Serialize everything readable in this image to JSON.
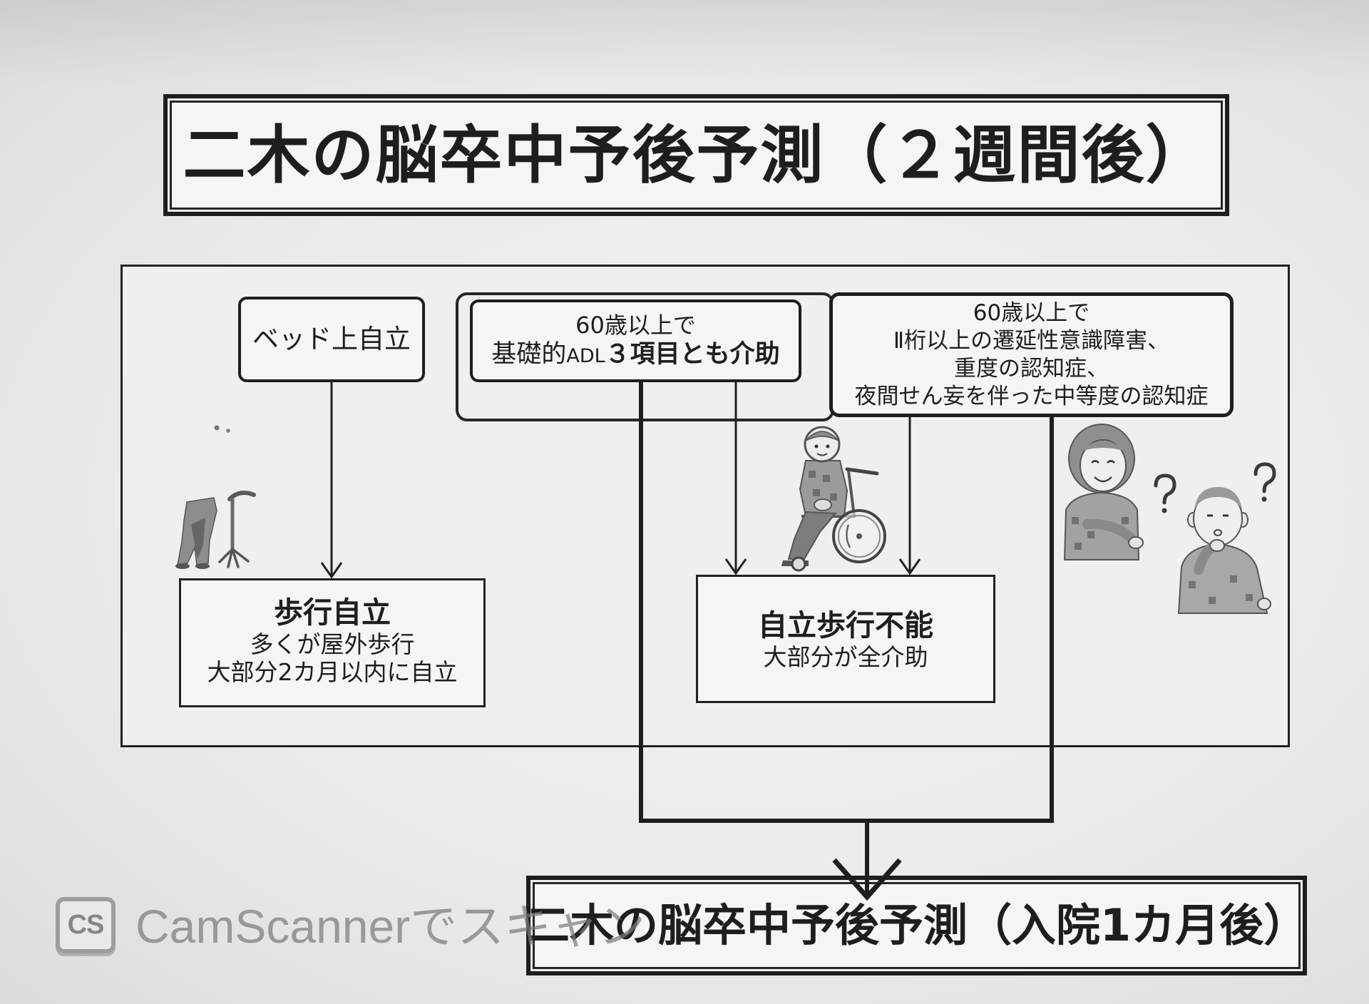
{
  "title": "二木の脳卒中予後予測（２週間後）",
  "bed_box": {
    "label": "ベッド上自立"
  },
  "adl_box": {
    "age": "60歳以上で",
    "criteria_prefix": "基礎的",
    "criteria_abbr": "ADL",
    "criteria_emphasis": "３項目とも介助"
  },
  "impairment_box": {
    "lines": [
      "60歳以上で",
      "Ⅱ桁以上の遷延性意識障害、",
      "重度の認知症、",
      "夜間せん妄を伴った中等度の認知症"
    ]
  },
  "walk_independent_box": {
    "heading": "歩行自立",
    "lines": [
      "多くが屋外歩行",
      "大部分2カ月以内に自立"
    ]
  },
  "walk_unable_box": {
    "heading": "自立歩行不能",
    "lines": [
      "大部分が全介助"
    ]
  },
  "outcome_box": {
    "label": "二木の脳卒中予後予測（入院1カ月後）"
  },
  "illustrations": {
    "cane": "cane-illustration",
    "wheelchair": "wheelchair-user-illustration",
    "confused": "confused-elderly-illustration"
  },
  "watermark": {
    "logo": "CS",
    "text": "CamScannerでスキャン"
  },
  "colors": {
    "ink": "#1e1e1e",
    "paper": "#e8e8e8",
    "box_fill": "#f5f5f5",
    "watermark": "#7c7c7c"
  }
}
